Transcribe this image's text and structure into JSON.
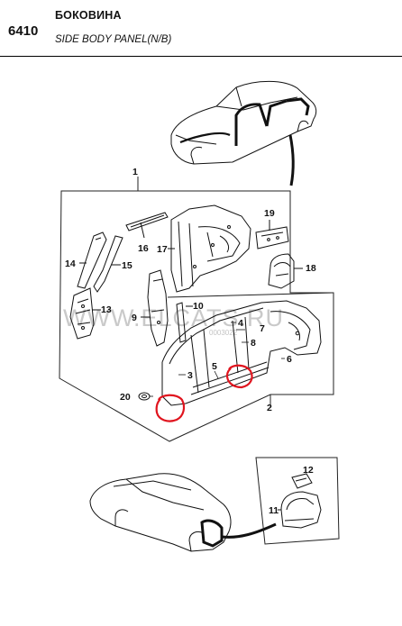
{
  "header": {
    "section_code": "6410",
    "title_ru": "БОКОВИНА",
    "title_en": "SIDE BODY PANEL(N/B)"
  },
  "watermark": {
    "text": "WWW.ELCATS.RU",
    "sub": "0003022"
  },
  "callouts": [
    "1",
    "2",
    "3",
    "4",
    "5",
    "6",
    "7",
    "8",
    "9",
    "10",
    "11",
    "12",
    "13",
    "14",
    "15",
    "16",
    "17",
    "18",
    "19",
    "20"
  ],
  "colors": {
    "ink": "#111111",
    "highlight": "#e0141e",
    "frame": "#222222"
  }
}
